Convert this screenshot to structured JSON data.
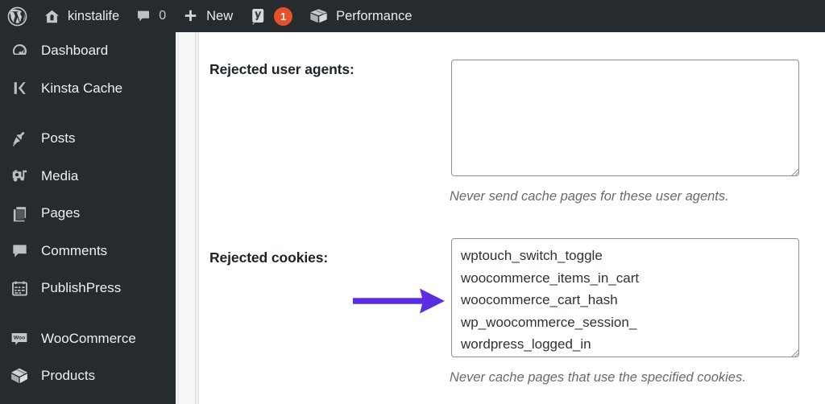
{
  "colors": {
    "adminbar_bg": "#262b2f",
    "sidebar_bg": "#262b2f",
    "accent_badge": "#e8502a",
    "arrow": "#5b2ee0",
    "text_light": "#f0f0f1",
    "label_dark": "#1d2327",
    "help_text": "#666b70",
    "field_border": "#8c8f94"
  },
  "adminbar": {
    "items": [
      {
        "icon": "wordpress-logo-icon",
        "label": ""
      },
      {
        "icon": "home-icon",
        "label": "kinstalife"
      },
      {
        "icon": "comment-bubble-icon",
        "label": "0"
      },
      {
        "icon": "plus-icon",
        "label": "New"
      },
      {
        "icon": "yoast-seo-icon",
        "label": "",
        "badge": "1"
      },
      {
        "icon": "box-icon",
        "label": "Performance"
      }
    ]
  },
  "sidebar": {
    "items": [
      {
        "icon": "dashboard-icon",
        "label": "Dashboard",
        "sep_after": false
      },
      {
        "icon": "kinsta-cache-icon",
        "label": "Kinsta Cache",
        "sep_after": true
      },
      {
        "icon": "pin-icon",
        "label": "Posts",
        "sep_after": false
      },
      {
        "icon": "media-icon",
        "label": "Media",
        "sep_after": false
      },
      {
        "icon": "pages-icon",
        "label": "Pages",
        "sep_after": false
      },
      {
        "icon": "comments-icon",
        "label": "Comments",
        "sep_after": false
      },
      {
        "icon": "publishpress-icon",
        "label": "PublishPress",
        "sep_after": true
      },
      {
        "icon": "woocommerce-icon",
        "label": "WooCommerce",
        "sep_after": false
      },
      {
        "icon": "products-icon",
        "label": "Products",
        "sep_after": false
      }
    ]
  },
  "main": {
    "fields": [
      {
        "label": "Rejected user agents:",
        "value": "",
        "help": "Never send cache pages for these user agents."
      },
      {
        "label": "Rejected cookies:",
        "value": "wptouch_switch_toggle\nwoocommerce_items_in_cart\nwoocommerce_cart_hash\nwp_woocommerce_session_\nwordpress_logged_in",
        "help": "Never cache pages that use the specified cookies."
      }
    ]
  },
  "annotation": {
    "type": "arrow-right",
    "color": "#5b2ee0",
    "points_at": "woocommerce_cart_hash"
  }
}
